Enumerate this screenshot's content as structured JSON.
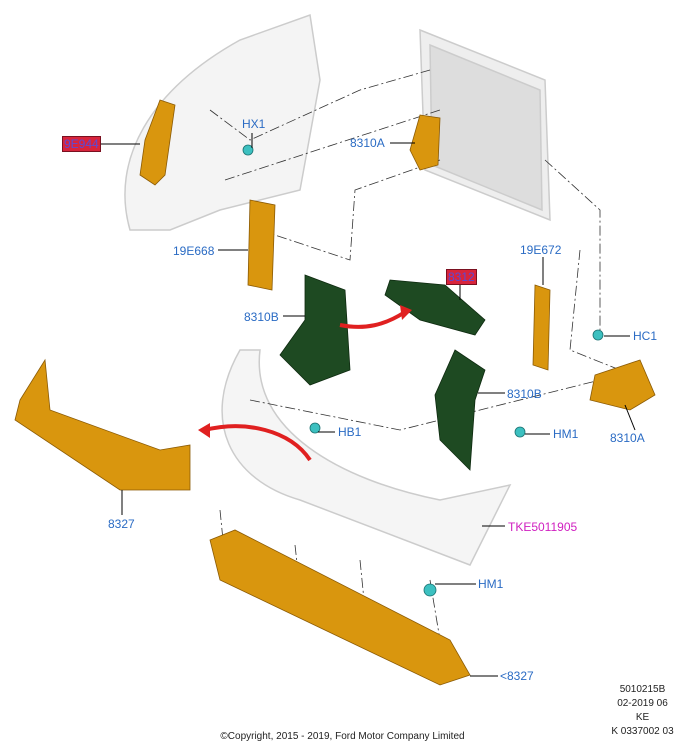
{
  "labels": {
    "l9e944": "9E944",
    "hx1": "HX1",
    "l8310a_top": "8310A",
    "l19e668": "19E668",
    "l8312": "8312",
    "l19e672": "19E672",
    "l8310b_left": "8310B",
    "hc1": "HC1",
    "l8310b_right": "8310B",
    "hb1": "HB1",
    "hm1_top": "HM1",
    "l8310a_right": "8310A",
    "l8327": "8327",
    "tke": "TKE5011905",
    "hm1_bottom": "HM1",
    "l8327_bottom": "<8327"
  },
  "info": {
    "code": "5010215B",
    "date": "02-2019 06",
    "region": "KE",
    "ref": "K 0337002 03"
  },
  "copyright": "©Copyright, 2015 - 2019, Ford Motor Company Limited",
  "colors": {
    "label": "#2a6bc4",
    "orange": "#d9960e",
    "green": "#1e4a22",
    "teal": "#3cc0c0",
    "arrow": "#e02020"
  }
}
